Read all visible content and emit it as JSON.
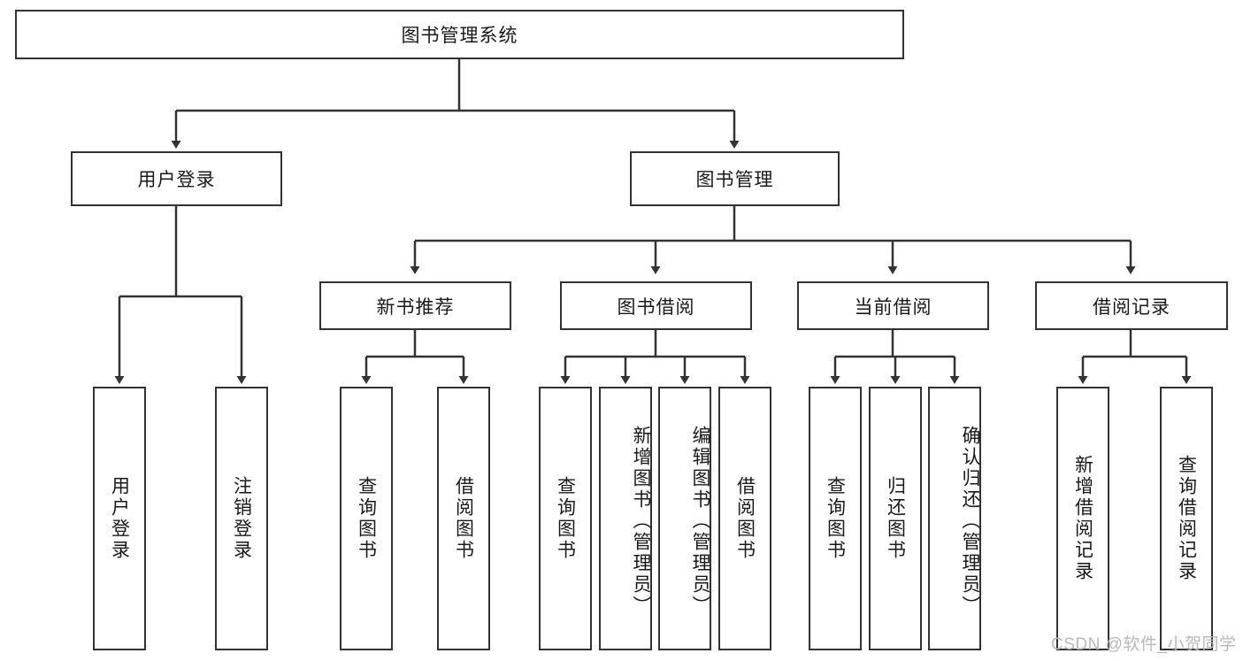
{
  "diagram": {
    "title": "图书管理系统",
    "root": {
      "label": "图书管理系统"
    },
    "level2": [
      {
        "label": "用户登录"
      },
      {
        "label": "图书管理"
      }
    ],
    "level3": [
      {
        "label": "新书推荐"
      },
      {
        "label": "图书借阅"
      },
      {
        "label": "当前借阅"
      },
      {
        "label": "借阅记录"
      }
    ],
    "leaves": {
      "user_login": [
        {
          "label": "用户登录"
        },
        {
          "label": "注销登录"
        }
      ],
      "new_book_recommend": [
        {
          "label": "查询图书"
        },
        {
          "label": "借阅图书"
        }
      ],
      "book_borrow": [
        {
          "label": "查询图书"
        },
        {
          "label": "新增图书（管理员）"
        },
        {
          "label": "编辑图书（管理员）"
        },
        {
          "label": "借阅图书"
        }
      ],
      "current_borrow": [
        {
          "label": "查询图书"
        },
        {
          "label": "归还图书"
        },
        {
          "label": "确认归还（管理员）"
        }
      ],
      "borrow_record": [
        {
          "label": "新增借阅记录"
        },
        {
          "label": "查询借阅记录"
        }
      ]
    }
  },
  "watermark": {
    "text": "CSDN @软件_小贺同学"
  },
  "colors": {
    "border": "#333333",
    "background": "#ffffff",
    "text": "#1a1a1a",
    "watermark": "#b9b9b9"
  }
}
